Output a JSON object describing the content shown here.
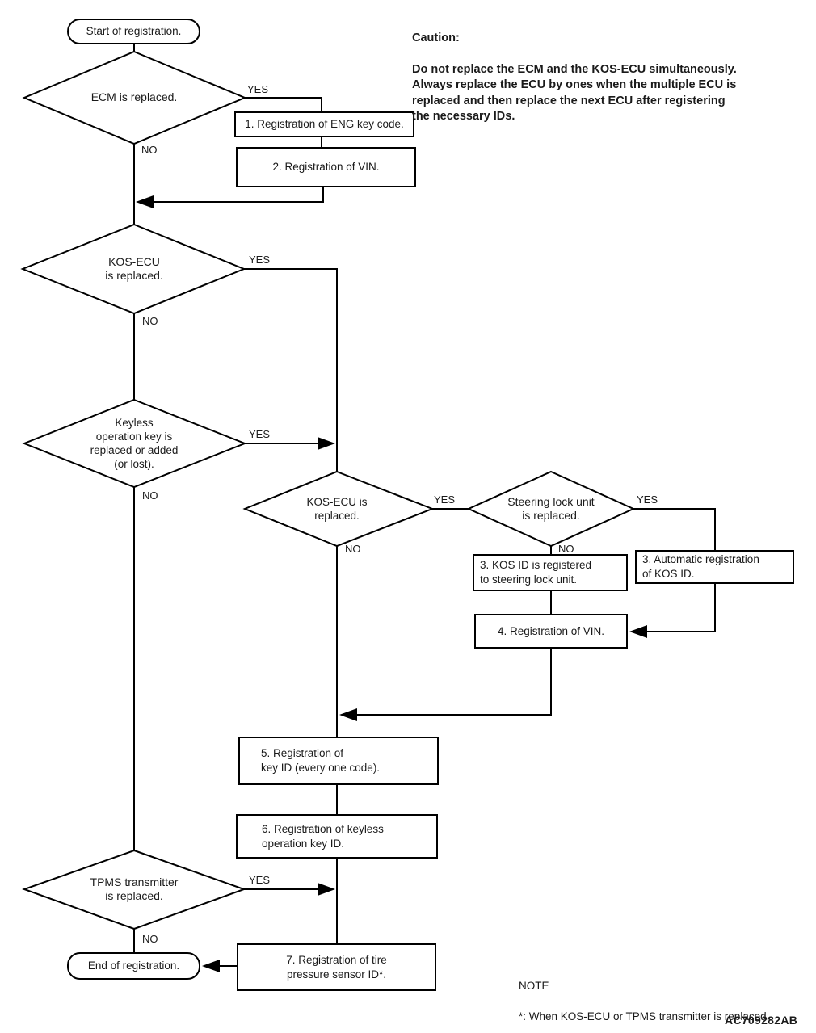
{
  "caution": {
    "title": "Caution:",
    "body": "Do not replace the ECM and the KOS-ECU simultaneously.\nAlways replace the ECU by ones when the multiple ECU is\nreplaced and then replace the next ECU after registering\nthe necessary IDs."
  },
  "note": {
    "title": "NOTE",
    "body": "*: When KOS-ECU or TPMS transmitter is replaced."
  },
  "figure_code": "AC709282AB",
  "labels": {
    "yes": "YES",
    "no": "NO"
  },
  "nodes": {
    "start": "Start of registration.",
    "end": "End of registration.",
    "ecm_decision": "ECM is replaced.",
    "kos_ecu_decision": "KOS-ECU\nis replaced.",
    "keyless_decision": "Keyless\noperation key is\nreplaced or added\n(or lost).",
    "kos_ecu2_decision": "KOS-ECU is\nreplaced.",
    "steering_decision": "Steering lock unit\nis replaced.",
    "tpms_decision": "TPMS transmitter\nis replaced.",
    "step1": "1. Registration of ENG key code.",
    "step2": "2. Registration of VIN.",
    "step3_manual": "3. KOS ID is registered\nto steering lock unit.",
    "step3_auto": "3. Automatic registration\nof KOS ID.",
    "step4": "4. Registration of VIN.",
    "step5": "5. Registration of\nkey ID (every one code).",
    "step6": "6. Registration of keyless\noperation key ID.",
    "step7": "7. Registration of tire\npressure sensor ID*."
  }
}
